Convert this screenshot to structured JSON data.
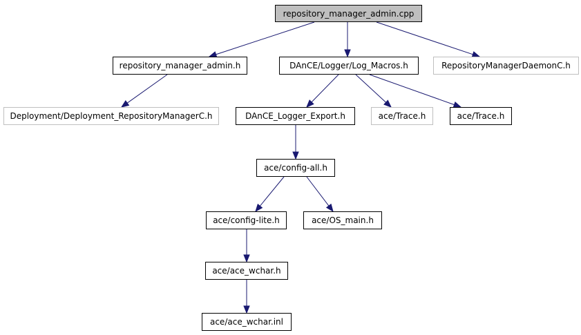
{
  "nodes": [
    {
      "id": "root",
      "label": "repository_manager_admin.cpp",
      "type": "root"
    },
    {
      "id": "rma_h",
      "label": "repository_manager_admin.h",
      "type": "documented"
    },
    {
      "id": "log_macros",
      "label": "DAnCE/Logger/Log_Macros.h",
      "type": "documented"
    },
    {
      "id": "rmdc",
      "label": "RepositoryManagerDaemonC.h",
      "type": "undocumented"
    },
    {
      "id": "deploy_rmc",
      "label": "Deployment/Deployment_RepositoryManagerC.h",
      "type": "undocumented"
    },
    {
      "id": "logger_export",
      "label": "DAnCE_Logger_Export.h",
      "type": "documented"
    },
    {
      "id": "trace_gray",
      "label": "ace/Trace.h",
      "type": "undocumented"
    },
    {
      "id": "trace",
      "label": "ace/Trace.h",
      "type": "documented"
    },
    {
      "id": "config_all",
      "label": "ace/config-all.h",
      "type": "documented"
    },
    {
      "id": "config_lite",
      "label": "ace/config-lite.h",
      "type": "documented"
    },
    {
      "id": "os_main",
      "label": "ace/OS_main.h",
      "type": "documented"
    },
    {
      "id": "ace_wchar",
      "label": "ace/ace_wchar.h",
      "type": "documented"
    },
    {
      "id": "ace_wchar_inl",
      "label": "ace/ace_wchar.inl",
      "type": "documented"
    }
  ],
  "edges": [
    {
      "from": "root",
      "to": "rma_h"
    },
    {
      "from": "root",
      "to": "log_macros"
    },
    {
      "from": "root",
      "to": "rmdc"
    },
    {
      "from": "rma_h",
      "to": "deploy_rmc"
    },
    {
      "from": "log_macros",
      "to": "logger_export"
    },
    {
      "from": "log_macros",
      "to": "trace_gray"
    },
    {
      "from": "log_macros",
      "to": "trace"
    },
    {
      "from": "logger_export",
      "to": "config_all"
    },
    {
      "from": "config_all",
      "to": "config_lite"
    },
    {
      "from": "config_all",
      "to": "os_main"
    },
    {
      "from": "config_lite",
      "to": "ace_wchar"
    },
    {
      "from": "ace_wchar",
      "to": "ace_wchar_inl"
    }
  ],
  "colors": {
    "edge": "#191970",
    "root_fill": "#bfbfbf",
    "documented_border": "#000000",
    "undocumented_border": "#bfbfbf"
  }
}
